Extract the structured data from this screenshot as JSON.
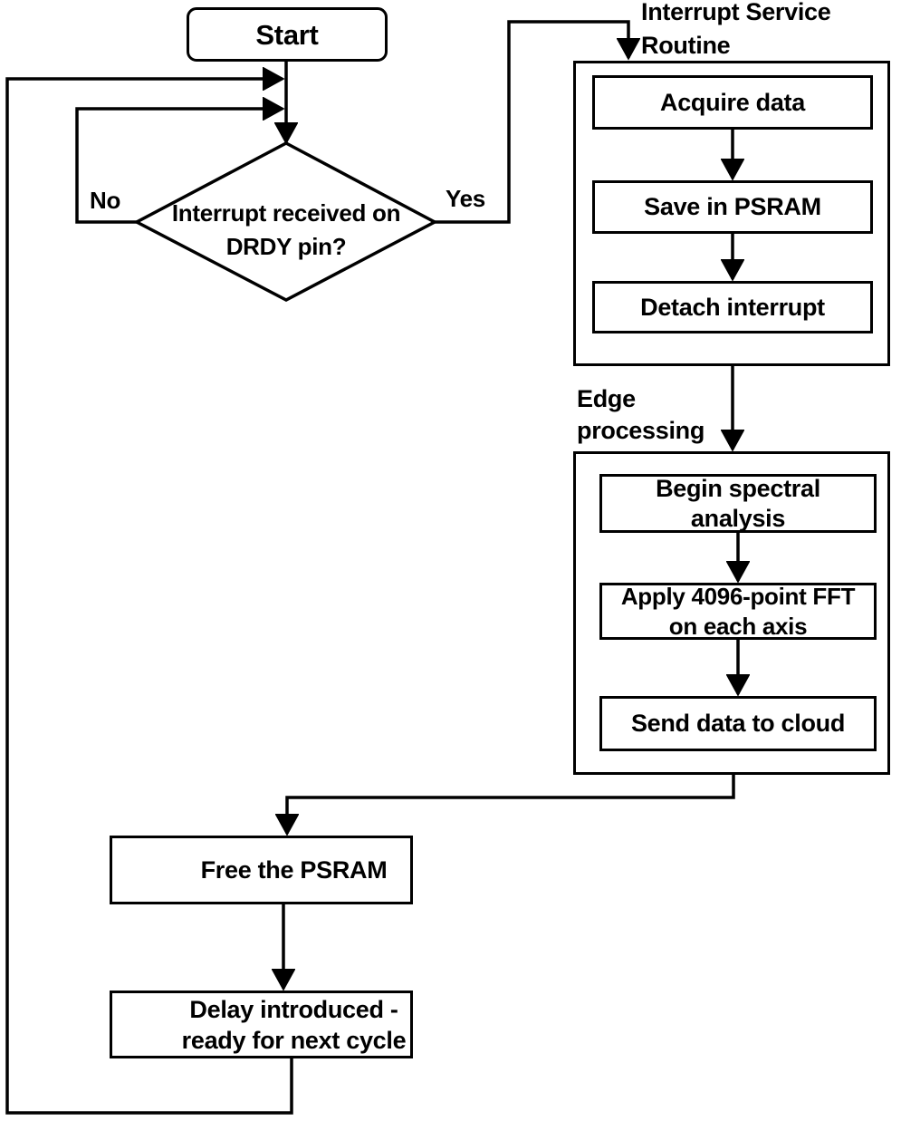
{
  "colors": {
    "ink": "#000000",
    "background": "#ffffff"
  },
  "flowchart": {
    "start": {
      "label": "Start"
    },
    "decision": {
      "label": "Interrupt received on DRDY pin?",
      "lines": [
        "Interrupt received on",
        "DRDY pin?"
      ]
    },
    "yes_label": "Yes",
    "no_label": "No",
    "isr": {
      "label": "Interrupt Service Routine",
      "title_lines": [
        "Interrupt Service",
        "Routine"
      ],
      "steps": [
        {
          "label": "Acquire data",
          "lines": [
            "Acquire data"
          ]
        },
        {
          "label": "Save in PSRAM",
          "lines": [
            "Save in PSRAM"
          ]
        },
        {
          "label": "Detach interrupt",
          "lines": [
            "Detach interrupt"
          ]
        }
      ]
    },
    "edge": {
      "label": "Edge processing",
      "title_lines": [
        "Edge",
        "processing"
      ],
      "steps": [
        {
          "label": "Begin spectral analysis",
          "lines": [
            "Begin spectral",
            "analysis"
          ]
        },
        {
          "label": "Apply 4096-point FFT on each axis",
          "lines": [
            "Apply 4096-point FFT",
            "on each axis"
          ]
        },
        {
          "label": "Send data to cloud",
          "lines": [
            "Send data to cloud"
          ]
        }
      ]
    },
    "free_psram": {
      "label": "Free the PSRAM",
      "lines": [
        "Free the PSRAM"
      ]
    },
    "delay": {
      "label": "Delay introduced - ready for next cycle",
      "lines": [
        "Delay introduced -",
        "ready for next cycle"
      ]
    }
  }
}
